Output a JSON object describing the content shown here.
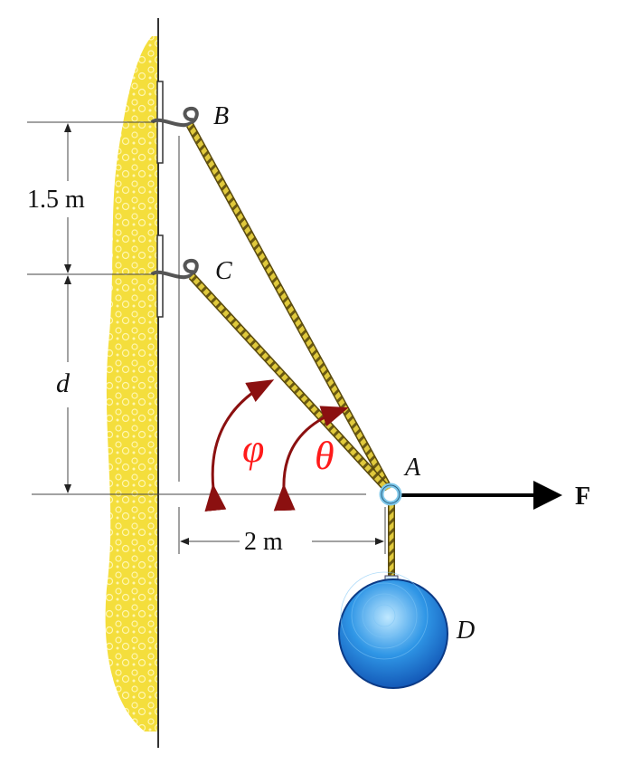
{
  "labels": {
    "point_b": "B",
    "point_c": "C",
    "point_a": "A",
    "ball_d": "D",
    "force": "F",
    "dim_bc": "1.5 m",
    "dim_d": "d",
    "dim_horizontal": "2 m",
    "angle_phi": "φ",
    "angle_theta": "θ"
  },
  "colors": {
    "wall": "#f2dc3a",
    "rope": "#d9c23a",
    "angle": "#8b1010",
    "angle_label": "#ff1a1a",
    "ring": "#7fc8ea",
    "ball": "#2a8fe0"
  }
}
